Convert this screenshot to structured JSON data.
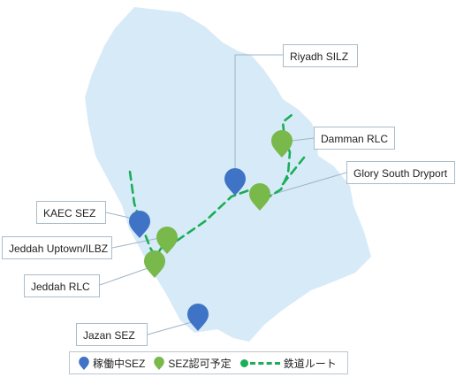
{
  "labels": {
    "riyadh": "Riyadh SILZ",
    "damman": "Damman RLC",
    "glory": "Glory South Dryport",
    "kaec": "KAEC SEZ",
    "jeddah_uptown": "Jeddah Uptown/ILBZ",
    "jeddah_rlc": "Jeddah RLC",
    "jazan": "Jazan SEZ"
  },
  "legend": {
    "operating": "稼働中SEZ",
    "planned": "SEZ認可予定",
    "railway": "鉄道ルート"
  },
  "colors": {
    "land": "#d7eaf8",
    "operating_pin": "#3f73c6",
    "planned_pin": "#79b84a",
    "railway": "#1aae58",
    "leader": "#9fb4c4"
  },
  "pins": [
    {
      "site": "riyadh",
      "status": "operating"
    },
    {
      "site": "damman",
      "status": "planned"
    },
    {
      "site": "glory",
      "status": "planned"
    },
    {
      "site": "kaec",
      "status": "operating"
    },
    {
      "site": "jeddah_uptown",
      "status": "planned"
    },
    {
      "site": "jeddah_rlc",
      "status": "planned"
    },
    {
      "site": "jazan",
      "status": "operating"
    }
  ]
}
